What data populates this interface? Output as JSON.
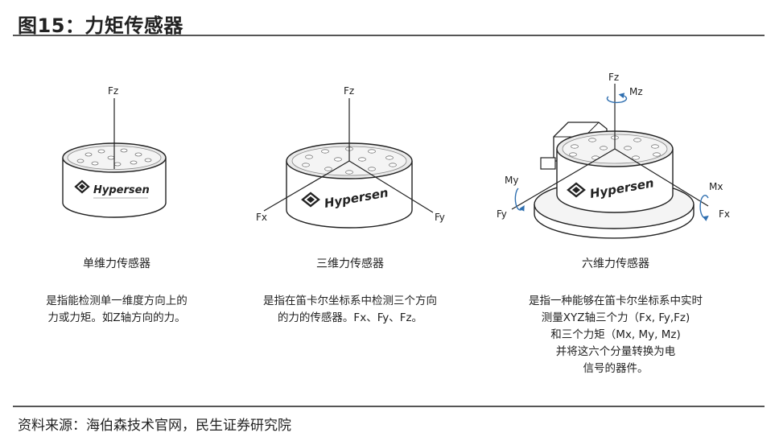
{
  "header": {
    "title": "图15：力矩传感器"
  },
  "footer": {
    "source": "资料来源：海伯森技术官网，民生证券研究院"
  },
  "brand": {
    "name": "Hypersen"
  },
  "sensors": [
    {
      "name": "单维力传感器",
      "desc_lines": [
        "是指能检测单一维度方向上的",
        "力或力矩。如Z轴方向的力。"
      ],
      "labels": {
        "fz": "Fz"
      }
    },
    {
      "name": "三维力传感器",
      "desc_lines": [
        "是指在笛卡尔坐标系中检测三个方向",
        "的力的传感器。Fx、Fy、Fz。"
      ],
      "labels": {
        "fz": "Fz",
        "fx": "Fx",
        "fy": "Fy"
      }
    },
    {
      "name": "六维力传感器",
      "desc_lines": [
        "是指一种能够在笛卡尔坐标系中实时",
        "测量XYZ轴三个力（Fx, Fy,Fz)",
        "和三个力矩（Mx, My, Mz)",
        "并将这六个分量转换为电",
        "信号的器件。"
      ],
      "labels": {
        "fz": "Fz",
        "mz": "Mz",
        "my": "My",
        "fy": "Fy",
        "mx": "Mx",
        "fx": "Fx"
      }
    }
  ]
}
